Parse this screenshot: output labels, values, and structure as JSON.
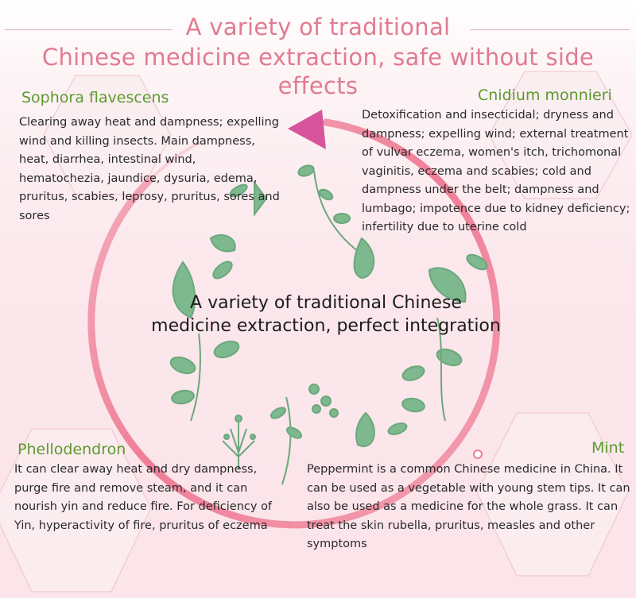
{
  "header": {
    "line1": "A variety of traditional",
    "line2": "Chinese medicine extraction, safe without side effects"
  },
  "center": {
    "line1": "A variety of traditional Chinese",
    "line2": "medicine extraction, perfect integration"
  },
  "herbs": {
    "sophora": {
      "title": "Sophora flavescens",
      "description": "Clearing away heat and dampness; expelling wind and killing insects. Main dampness, heat, diarrhea, intestinal wind, hematochezia, jaundice, dysuria, edema, pruritus, scabies, leprosy, pruritus, sores and sores"
    },
    "cnidium": {
      "title": "Cnidium monnieri",
      "description": "Detoxification and insecticidal; dryness and dampness; expelling wind; external treatment of vulvar eczema, women's itch, trichomonal vaginitis, eczema and scabies; cold and dampness under the belt; dampness and lumbago; impotence due to kidney deficiency; infertility due to uterine cold"
    },
    "phellodendron": {
      "title": "Phellodendron",
      "description": "It can clear away heat and dry dampness, purge fire and remove steam, and it can nourish yin and reduce fire. For deficiency of Yin, hyperactivity of fire, pruritus of eczema"
    },
    "mint": {
      "title": "Mint",
      "description": "Peppermint is a common Chinese medicine in China. It can be used as a vegetable with young stem tips. It can also be used as a medicine for the whole grass. It can treat the skin rubella, pruritus, measles and other symptoms"
    }
  },
  "colors": {
    "headline": "#e07b91",
    "title_green": "#5c9a2e",
    "ring_pink": "#ef7d97",
    "arrow_magenta": "#d7559a",
    "herb_green": "#7db88e"
  },
  "icons": [
    "circular-arrow-icon",
    "herb-illustration-icon",
    "hexagon-frame-icon"
  ]
}
